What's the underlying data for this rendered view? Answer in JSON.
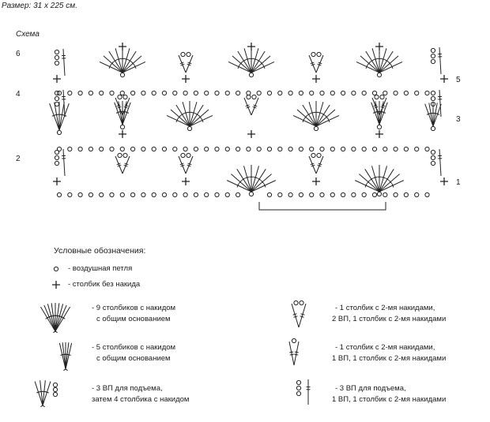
{
  "header": {
    "size_label": "Размер:  31 x 225 см.",
    "scheme_label": "Схема"
  },
  "row_labels": {
    "left": [
      "6",
      "4",
      "2"
    ],
    "right": [
      "5",
      "3",
      "1"
    ]
  },
  "legend": {
    "title": "Условные обозначения:",
    "items": [
      {
        "symbol": "chain-circle-icon",
        "lines": [
          "- воздушная петля"
        ]
      },
      {
        "symbol": "plus-icon",
        "lines": [
          "- столбик без накида"
        ]
      },
      {
        "symbol": "fan-9-icon",
        "lines": [
          "- 9 столбиков с накидом",
          "с общим основанием"
        ]
      },
      {
        "symbol": "fan-5-icon",
        "lines": [
          "- 5 столбиков с накидом",
          "с общим основанием"
        ]
      },
      {
        "symbol": "turn-chain-fan-icon",
        "lines": [
          "- 3 ВП для подъема,",
          "затем 4 столбика с накидом"
        ]
      },
      {
        "symbol": "v-stitch-icon",
        "lines": [
          "- 1 столбик с 2-мя накидами,",
          "2 ВП, 1 столбик с 2-мя накидами"
        ]
      },
      {
        "symbol": "v-stitch-1ch-icon",
        "lines": [
          "- 1 столбик с 2-мя накидами,",
          "1 ВП, 1 столбик с 2-мя накидами"
        ]
      },
      {
        "symbol": "turn-chain-dc-icon",
        "lines": [
          "- 3 ВП для подъема,",
          "1 ВП, 1 столбик с 2-мя накидами"
        ]
      }
    ]
  }
}
